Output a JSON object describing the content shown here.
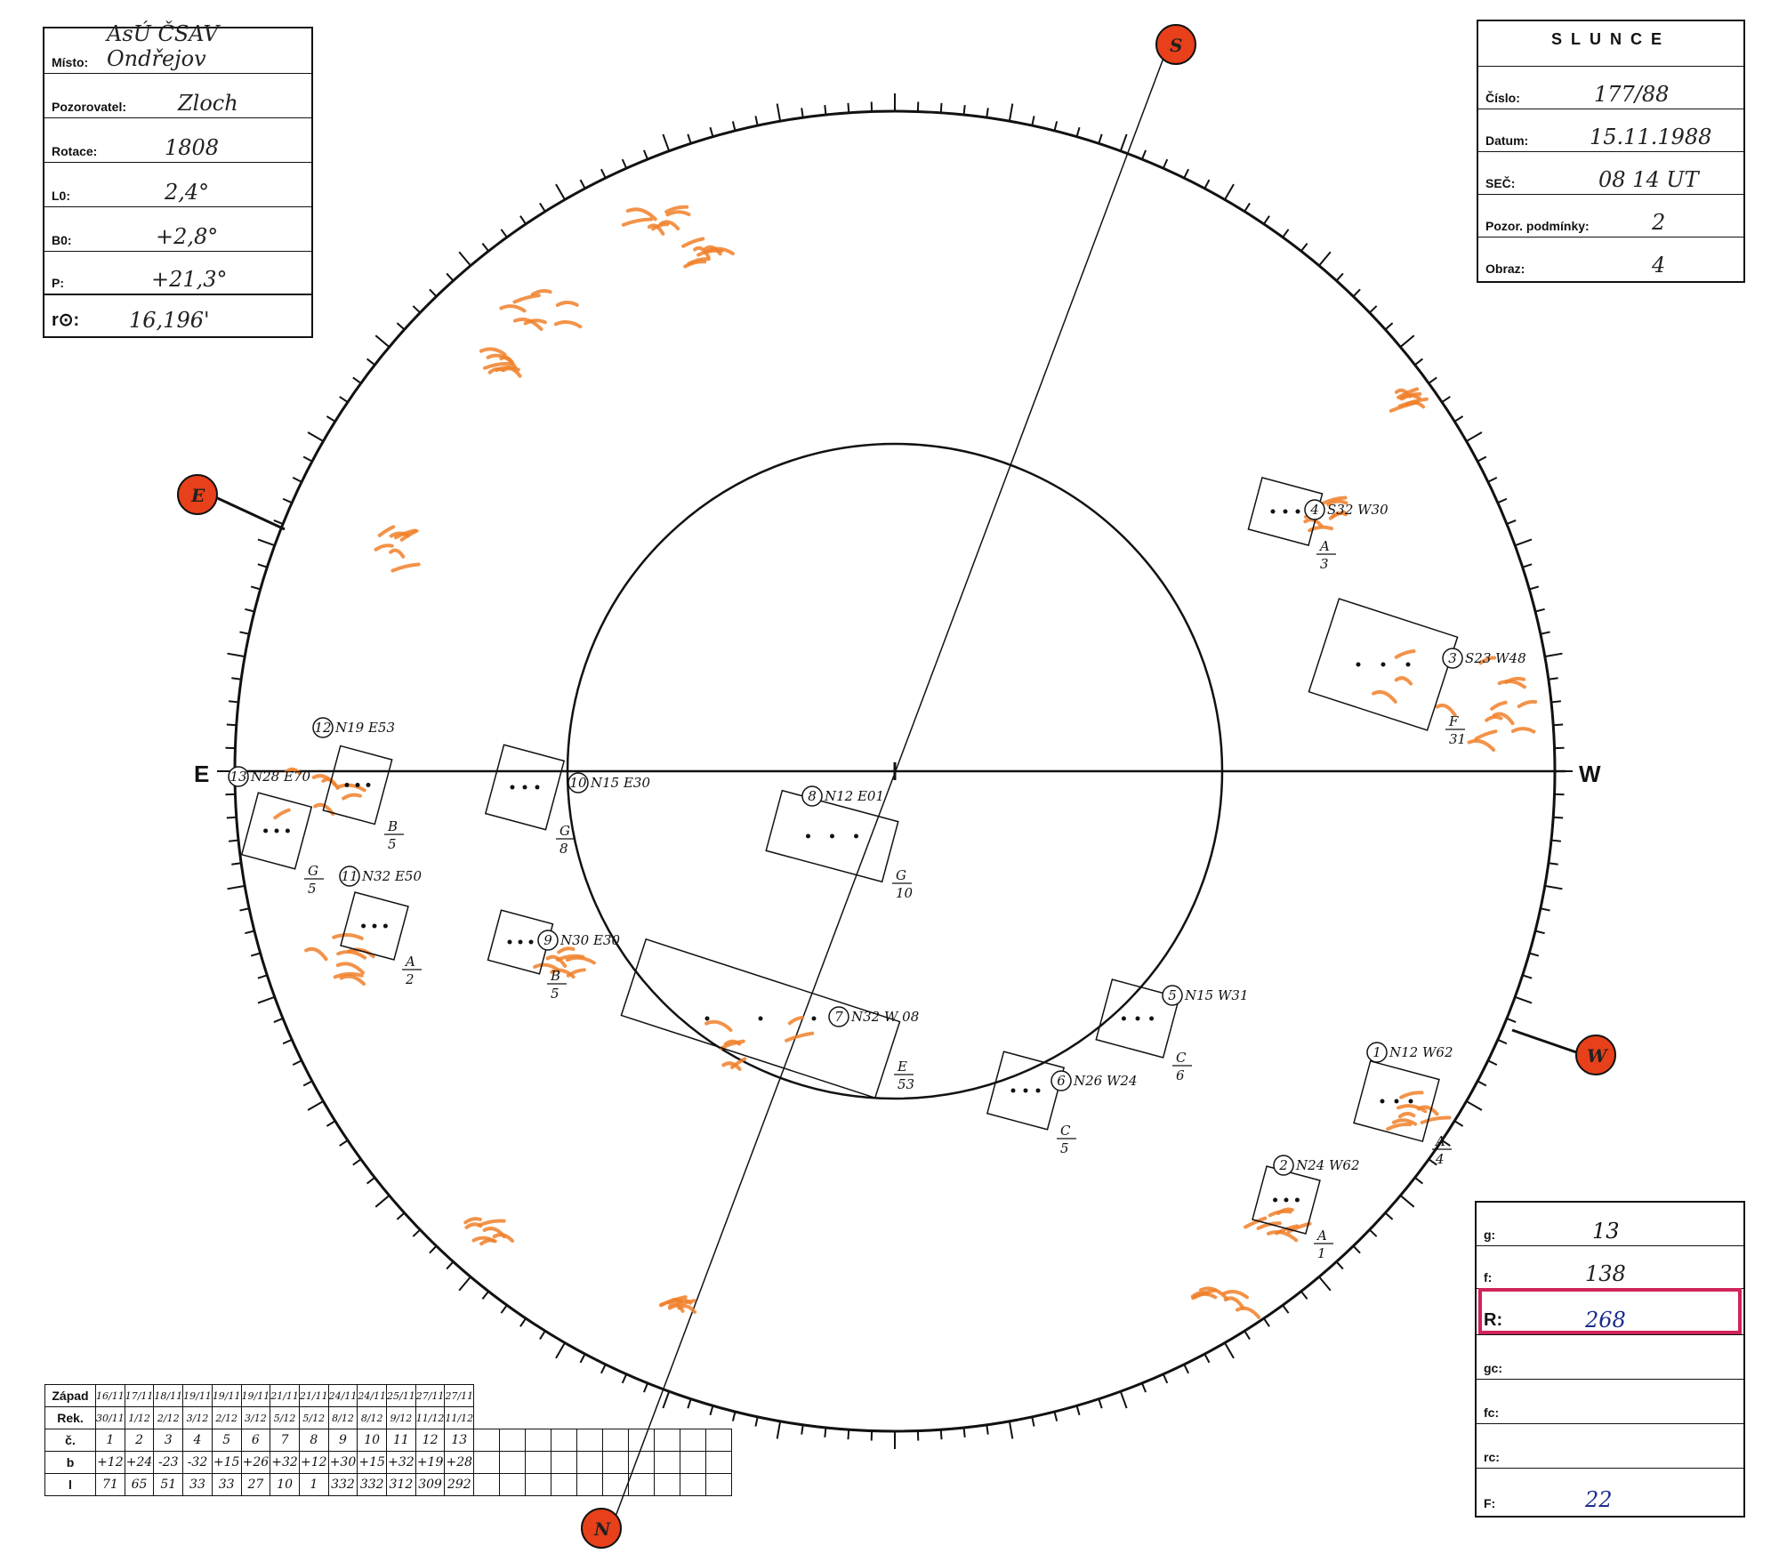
{
  "left_box": {
    "rows": [
      {
        "label": "Místo:",
        "value": "AsÚ ČSAV Ondřejov"
      },
      {
        "label": "Pozorovatel:",
        "value": "Zloch"
      },
      {
        "label": "Rotace:",
        "value": "1808"
      },
      {
        "label": "L0:",
        "value": "2,4°"
      },
      {
        "label": "B0:",
        "value": "+2,8°"
      },
      {
        "label": "P:",
        "value": "+21,3°"
      }
    ],
    "radius": {
      "label": "r⊙:",
      "value": "16,196'"
    }
  },
  "right_box": {
    "title": "SLUNCE",
    "rows": [
      {
        "label": "Číslo:",
        "value": "177/88"
      },
      {
        "label": "Datum:",
        "value": "15.11.1988"
      },
      {
        "label": "SEČ:",
        "value": "08 14 UT"
      },
      {
        "label": "Pozor. podmínky:",
        "value": "2"
      },
      {
        "label": "Obraz:",
        "value": "4"
      }
    ]
  },
  "stats_box": {
    "rows": [
      {
        "label": "g:",
        "value": "13"
      },
      {
        "label": "f:",
        "value": "138"
      },
      {
        "label": "R:",
        "value": "268"
      },
      {
        "label": "gc:",
        "value": ""
      },
      {
        "label": "fc:",
        "value": ""
      },
      {
        "label": "rc:",
        "value": ""
      },
      {
        "label": "F:",
        "value": "22"
      }
    ],
    "highlight_color": "#d0245a"
  },
  "compass": {
    "E": "E",
    "W": "W",
    "S": "S",
    "N": "N"
  },
  "direction_markers": {
    "S": "S",
    "E": "E",
    "W": "W",
    "N": "N"
  },
  "marker_color": "#e8401a",
  "facula_color": "#f0802a",
  "groups": [
    {
      "num": "1",
      "pos": "N12 W62",
      "type": "A",
      "count": "4"
    },
    {
      "num": "2",
      "pos": "N24 W62",
      "type": "A",
      "count": "1"
    },
    {
      "num": "3",
      "pos": "S23 W48",
      "type": "F",
      "count": "31"
    },
    {
      "num": "4",
      "pos": "S32 W30",
      "type": "A",
      "count": "3"
    },
    {
      "num": "5",
      "pos": "N15 W31",
      "type": "C",
      "count": "6"
    },
    {
      "num": "6",
      "pos": "N26 W24",
      "type": "C",
      "count": "5"
    },
    {
      "num": "7",
      "pos": "N32 W 08",
      "type": "E",
      "count": "53"
    },
    {
      "num": "8",
      "pos": "N12 E01",
      "type": "G",
      "count": "10"
    },
    {
      "num": "9",
      "pos": "N30 E30",
      "type": "B",
      "count": "5"
    },
    {
      "num": "10",
      "pos": "N15 E30",
      "type": "G",
      "count": "8"
    },
    {
      "num": "11",
      "pos": "N32 E50",
      "type": "A",
      "count": "2"
    },
    {
      "num": "12",
      "pos": "N19 E53",
      "type": "B",
      "count": "5"
    },
    {
      "num": "13",
      "pos": "N28 E70",
      "type": "G",
      "count": "5"
    }
  ],
  "rot_table": {
    "rows": [
      {
        "label": "Západ",
        "cells": [
          "16/11",
          "17/11",
          "18/11",
          "19/11",
          "19/11",
          "19/11",
          "21/11",
          "21/11",
          "24/11",
          "24/11",
          "25/11",
          "27/11",
          "27/11"
        ]
      },
      {
        "label": "Rek.",
        "cells": [
          "30/11",
          "1/12",
          "2/12",
          "3/12",
          "2/12",
          "3/12",
          "5/12",
          "5/12",
          "8/12",
          "8/12",
          "9/12",
          "11/12",
          "11/12"
        ]
      },
      {
        "label": "č.",
        "cells": [
          "1",
          "2",
          "3",
          "4",
          "5",
          "6",
          "7",
          "8",
          "9",
          "10",
          "11",
          "12",
          "13",
          "",
          "",
          "",
          "",
          "",
          "",
          "",
          "",
          "",
          ""
        ]
      },
      {
        "label": "b",
        "cells": [
          "+12",
          "+24",
          "-23",
          "-32",
          "+15",
          "+26",
          "+32",
          "+12",
          "+30",
          "+15",
          "+32",
          "+19",
          "+28",
          "",
          "",
          "",
          "",
          "",
          "",
          "",
          "",
          "",
          ""
        ]
      },
      {
        "label": "l",
        "cells": [
          "71",
          "65",
          "51",
          "33",
          "33",
          "27",
          "10",
          "1",
          "332",
          "332",
          "312",
          "309",
          "292",
          "",
          "",
          "",
          "",
          "",
          "",
          "",
          "",
          "",
          ""
        ]
      }
    ]
  }
}
